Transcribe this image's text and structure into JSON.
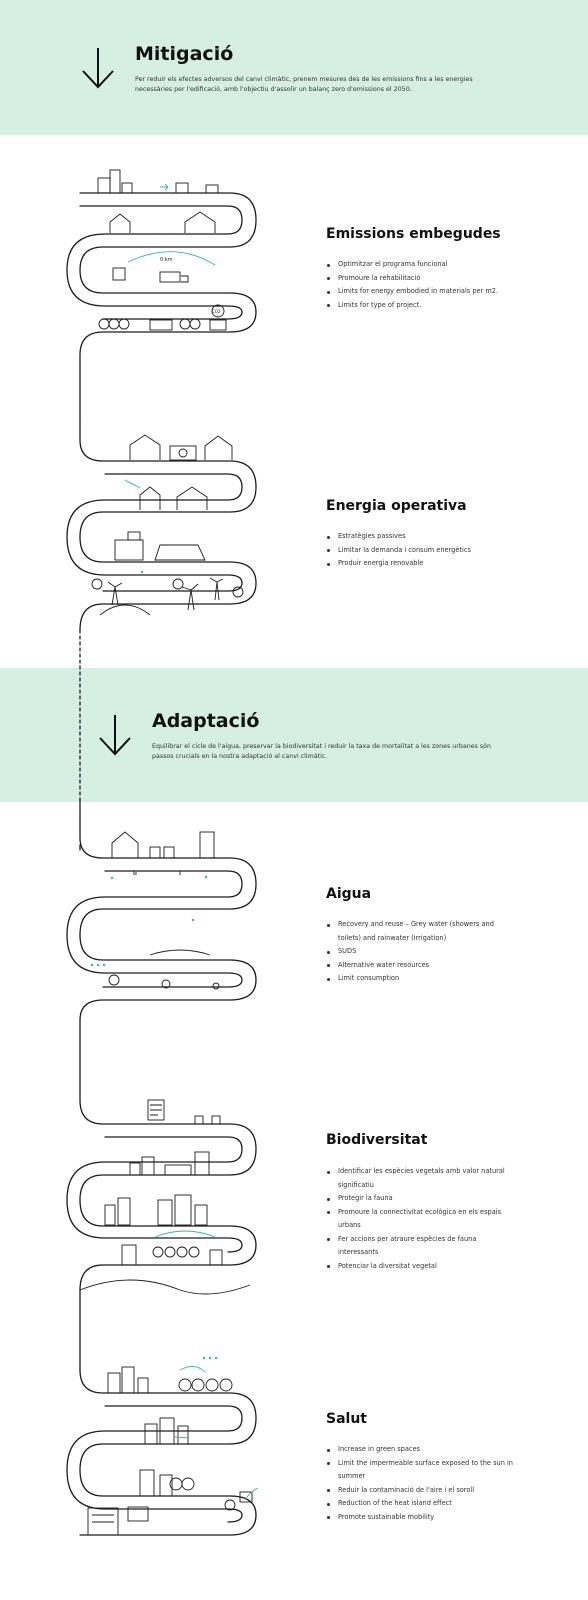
{
  "mitigacio": {
    "title": "Mitigació",
    "description": "Per reduir els efectes adversos del canvi climàtic, prenem mesures des de les emissions fins a les energies necessàries per l'edificació, amb l'objectiu d'assolir un balanç zero d'emissions el 2050."
  },
  "adaptacio": {
    "title": "Adaptació",
    "description": "Equilibrar el cicle de l'aigua, preservar la biodiversitat i reduir la taxa de mortalitat a les zones urbanes són passos crucials en la nostra adaptació al canvi climàtic."
  },
  "illustration": {
    "km_label": "0 km",
    "co2_label": "CO2"
  },
  "sections": [
    {
      "title": "Emissions embegudes",
      "items": [
        "Optimitzar el programa funcional",
        "Promoure la rehabilitació",
        "Limits for energy embodied in materials per m2.",
        "Limits for type of project."
      ]
    },
    {
      "title": "Energia operativa",
      "items": [
        "Estratègies passives",
        "Limitar la demanda i consum energètics",
        "Produir energia renovable"
      ]
    },
    {
      "title": "Aigua",
      "items": [
        "Recovery and reuse – Grey water (showers and toilets) and rainwater (irrigation)",
        "SUDS",
        "Alternative water resources",
        "Limit consumption"
      ]
    },
    {
      "title": "Biodiversitat",
      "items": [
        "Identificar les espècies vegetals amb valor natural significatiu",
        "Protegir la fauna",
        "Promoure la connectivitat ecològica en els espais urbans",
        "Fer accions per atraure espècies de fauna interessants",
        "Potenciar la diversitat vegetal"
      ]
    },
    {
      "title": "Salut",
      "items": [
        "Increase in green spaces",
        "Limit the impermeable surface exposed to the sun in summer",
        "Reduir la contaminació de l'aire i el soroll",
        "Reduction of the heat island effect",
        "Promote sustainable mobility"
      ]
    }
  ]
}
